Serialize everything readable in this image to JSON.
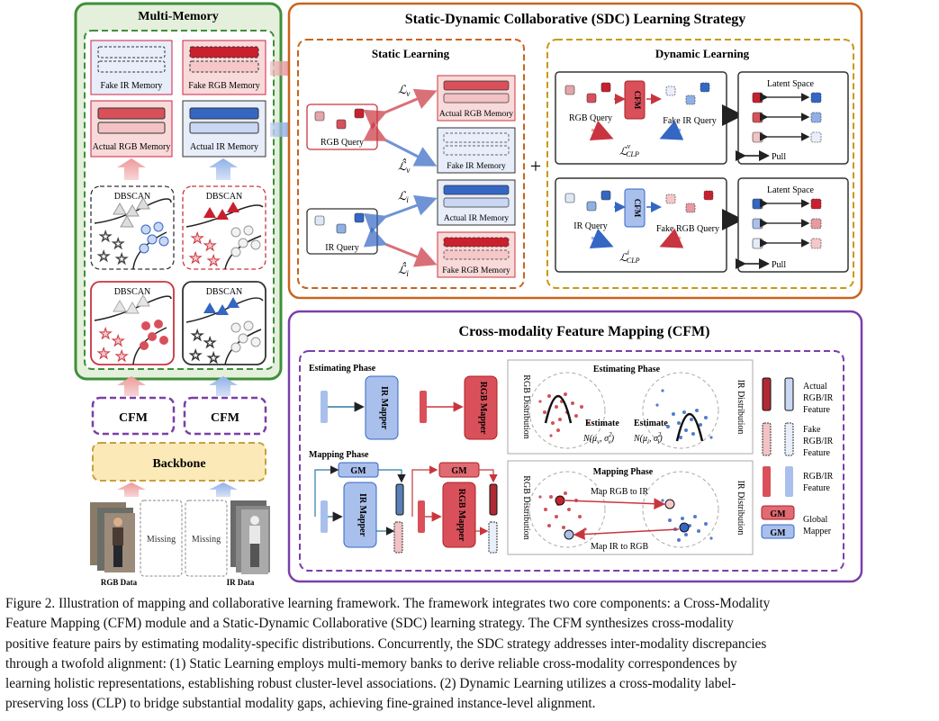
{
  "figure": {
    "multi_memory": {
      "title": "Multi-Memory",
      "fake_ir_memory": "Fake IR Memory",
      "fake_rgb_memory": "Fake RGB Memory",
      "actual_rgb_memory": "Actual RGB Memory",
      "actual_ir_memory": "Actual IR Memory",
      "dbscan": "DBSCAN"
    },
    "cfm": "CFM",
    "backbone": "Backbone",
    "missing": "Missing",
    "rgb_data": "RGB Data",
    "ir_data": "IR Data",
    "sdc": {
      "title": "Static-Dynamic Collaborative (SDC) Learning Strategy",
      "static_title": "Static Learning",
      "dynamic_title": "Dynamic Learning",
      "rgb_query": "RGB Query",
      "ir_query": "IR Query",
      "actual_rgb_memory": "Actual RGB Memory",
      "fake_ir_memory": "Fake IR Memory",
      "actual_ir_memory": "Actual IR Memory",
      "fake_rgb_memory": "Fake RGB Memory",
      "loss_v": "ℒ",
      "loss_v_sub": "v",
      "loss_v_hat": "ℒ̂",
      "loss_i_sub": "i",
      "plus": "+",
      "fake_ir_query": "Fake IR Query",
      "fake_rgb_query": "Fake RGB Query",
      "clp_loss": "ℒ",
      "clp_sub": "CLP",
      "clp_sup_v": "v",
      "clp_sup_i": "i",
      "latent_space": "Latent Space",
      "pull": "Pull",
      "cfm": "CFM"
    },
    "cfm_section": {
      "title": "Cross-modality Feature Mapping (CFM)",
      "estimating_phase": "Estimating Phase",
      "mapping_phase": "Mapping Phase",
      "ir_mapper": "IR Mapper",
      "rgb_mapper": "RGB Mapper",
      "gm": "GM",
      "rgb_distribution": "RGB Distribution",
      "ir_distribution": "IR Distribution",
      "estimate": "Estimate",
      "n_v": "N(μ",
      "n_i": "N(μ",
      "map_rgb_to_ir": "Map RGB to IR",
      "map_ir_to_rgb": "Map IR to RGB",
      "legend": {
        "actual": [
          "Actual",
          "RGB/IR",
          "Feature"
        ],
        "fake": [
          "Fake",
          "RGB/IR",
          "Feature"
        ],
        "rgbir": [
          "RGB/IR",
          "Feature"
        ],
        "gm": [
          "Global",
          "Mapper"
        ]
      }
    }
  },
  "caption": [
    "Figure 2. Illustration of mapping and collaborative learning framework. The framework integrates two core components: a Cross-Modality",
    "Feature Mapping (CFM) module and a Static-Dynamic Collaborative (SDC) learning strategy.  The CFM synthesizes cross-modality",
    "positive feature pairs by estimating modality-specific distributions. Concurrently, the SDC strategy addresses inter-modality discrepancies",
    "through a twofold alignment:  (1) Static Learning employs multi-memory banks to derive reliable cross-modality correspondences by",
    "learning holistic representations, establishing robust cluster-level associations.  (2) Dynamic Learning utilizes a cross-modality label-",
    "preserving loss (CLP) to bridge substantial modality gaps, achieving fine-grained instance-level alignment."
  ],
  "colors": {
    "green_border": "#3f8f3a",
    "green_fill": "#e4f0dc",
    "orange_border": "#c8641e",
    "gold_border": "#c89a10",
    "purple_border": "#7a3fa8",
    "red": "#c9353f",
    "blue": "#3466c4",
    "backbone_fill": "#fbe9b8"
  }
}
